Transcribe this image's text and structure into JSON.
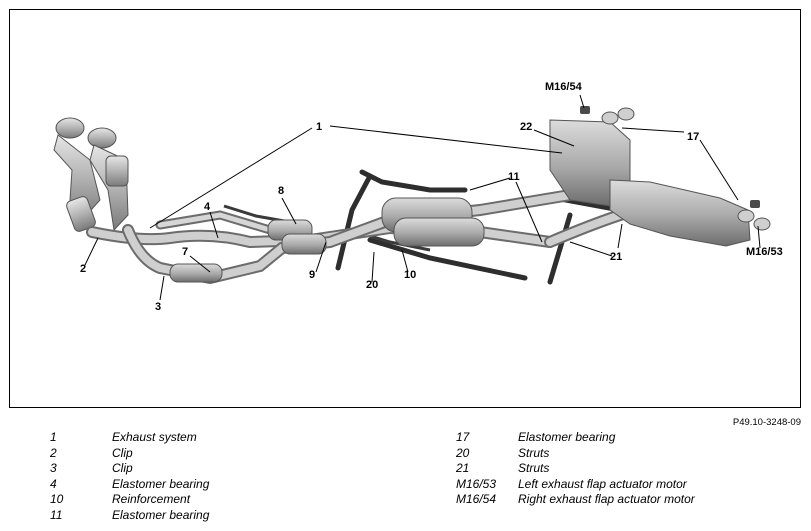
{
  "figure": {
    "reference_code": "P49.10-3248-09",
    "callouts": [
      "1",
      "2",
      "3",
      "4",
      "7",
      "8",
      "9",
      "10",
      "11",
      "17",
      "20",
      "21",
      "22",
      "M16/54",
      "M16/53"
    ]
  },
  "legend": {
    "left": [
      {
        "num": "1",
        "text": "Exhaust system"
      },
      {
        "num": "2",
        "text": "Clip"
      },
      {
        "num": "3",
        "text": "Clip"
      },
      {
        "num": "4",
        "text": "Elastomer bearing"
      },
      {
        "num": "10",
        "text": "Reinforcement"
      },
      {
        "num": "11",
        "text": "Elastomer bearing"
      }
    ],
    "right": [
      {
        "num": "17",
        "text": "Elastomer bearing"
      },
      {
        "num": "20",
        "text": "Struts"
      },
      {
        "num": "21",
        "text": "Struts"
      },
      {
        "num": "M16/53",
        "text": "Left exhaust flap actuator motor"
      },
      {
        "num": "M16/54",
        "text": "Right exhaust flap actuator motor"
      }
    ]
  }
}
